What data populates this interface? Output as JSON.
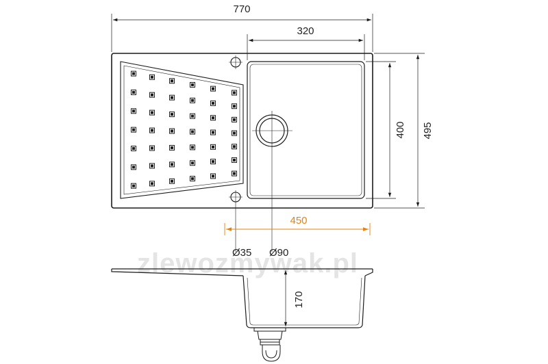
{
  "watermark": "zlewozmywak.pl",
  "dimensions": {
    "overall_width": "770",
    "bowl_width": "320",
    "bowl_height": "400",
    "overall_depth": "495",
    "cutout_offset": "450",
    "tap_hole": "Ø35",
    "drain_hole": "Ø90",
    "bowl_depth": "170"
  },
  "colors": {
    "line": "#1a1a1a",
    "accent": "#e8820e",
    "watermark": "#e4e4e4"
  }
}
